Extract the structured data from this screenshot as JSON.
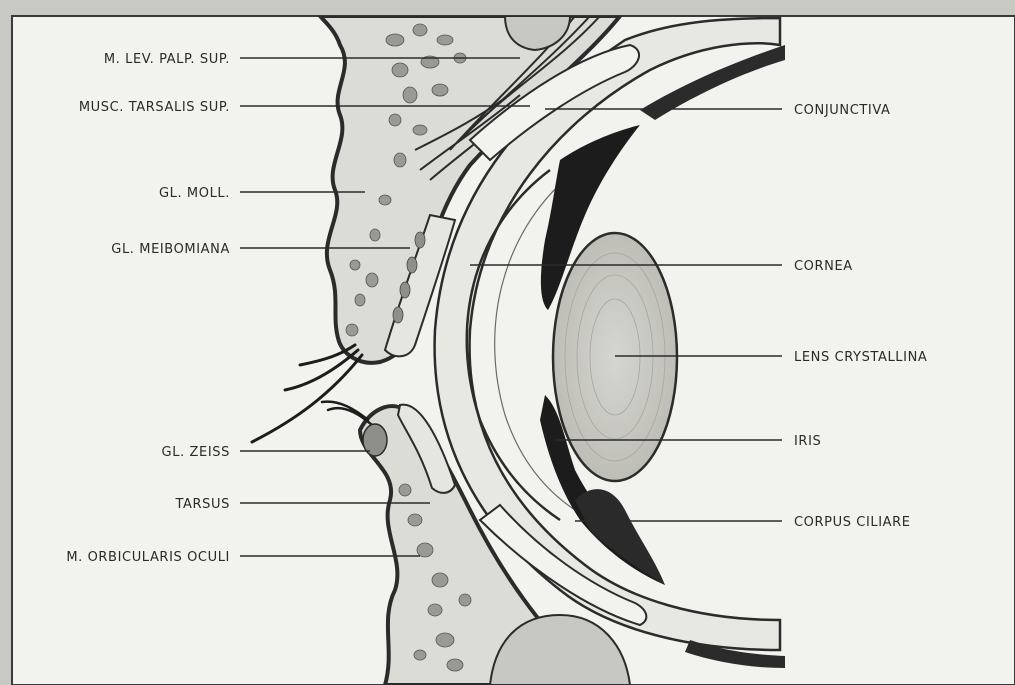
{
  "labels": {
    "m_lev_palp_sup": "M. LEV. PALP. SUP.",
    "musc_tarsalis_sup": "MUSC. TARSALIS SUP.",
    "gl_moll": "GL. MOLL.",
    "gl_meibomiana": "GL. MEIBOMIANA",
    "gl_zeiss": "GL. ZEISS",
    "tarsus": "TARSUS",
    "m_orbicularis_oculi": "M. ORBICULARIS OCULI",
    "conjunctiva": "CONJUNCTIVA",
    "cornea": "CORNEA",
    "lens_crystallina": "LENS CRYSTALLINA",
    "iris": "IRIS",
    "corpus_ciliare": "CORPUS CILIARE"
  },
  "colors": {
    "frame_bg": "#c9c9c4",
    "paper": "#f2f2ee",
    "tissue": "#d9d9d3",
    "line": "#2b2b2b",
    "dark": "#1c1c1c",
    "lens": "#c8c8c2"
  }
}
